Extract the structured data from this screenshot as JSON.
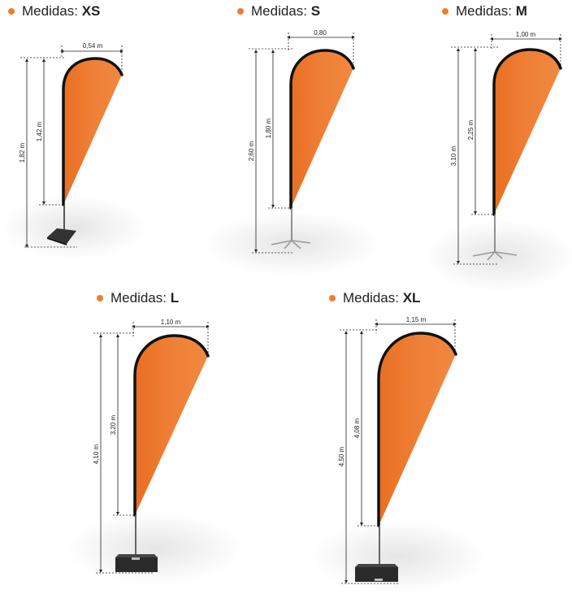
{
  "colors": {
    "flag": "#ef7e34",
    "flag_shade": "#e97027",
    "frame": "#111111",
    "dim_line": "#222222",
    "dot": "#ee7d2f"
  },
  "sizes": [
    {
      "label": "Medidas:",
      "size": "XS",
      "width": "0,54 m",
      "flag_height": "1,42 m",
      "total_height": "1,82 m",
      "base": "square-base"
    },
    {
      "label": "Medidas:",
      "size": "S",
      "width": "0,80",
      "flag_height": "1,80 m",
      "total_height": "2,60 m",
      "base": "cross-base"
    },
    {
      "label": "Medidas:",
      "size": "M",
      "width": "1,00 m",
      "flag_height": "2,25 m",
      "total_height": "3,10 m",
      "base": "cross-base"
    },
    {
      "label": "Medidas:",
      "size": "L",
      "width": "1,10 m",
      "flag_height": "3,20 m",
      "total_height": "4,10 m",
      "base": "square-base"
    },
    {
      "label": "Medidas:",
      "size": "XL",
      "width": "1,15 m",
      "flag_height": "4,08 m",
      "total_height": "4,50 m",
      "base": "square-base"
    }
  ]
}
